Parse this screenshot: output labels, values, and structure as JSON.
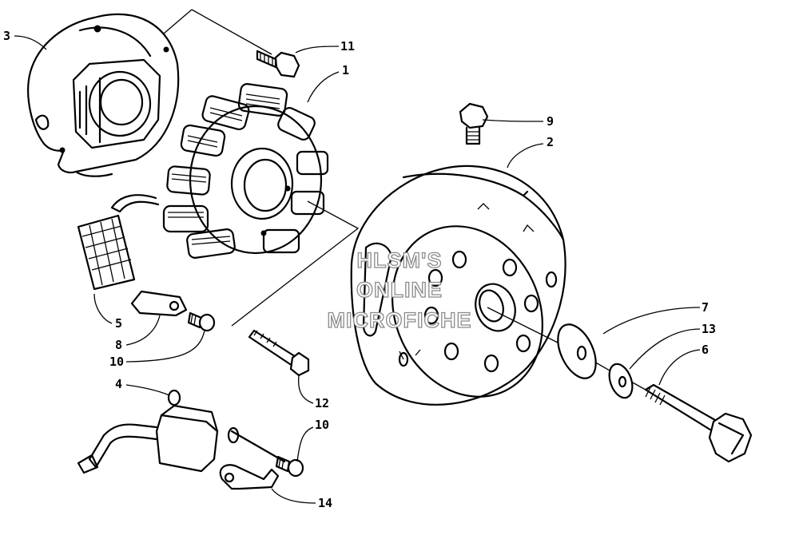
{
  "watermark": {
    "line1": "HLSM'S",
    "line2": "ONLINE",
    "line3": "MICROFICHE"
  },
  "callouts": {
    "c3": "3",
    "c11": "11",
    "c1": "1",
    "c9": "9",
    "c2": "2",
    "c5": "5",
    "c8": "8",
    "c10a": "10",
    "c7": "7",
    "c13": "13",
    "c6": "6",
    "c4": "4",
    "c12": "12",
    "c10b": "10",
    "c14": "14"
  },
  "colors": {
    "ink": "#000000",
    "background": "#ffffff",
    "watermark_outline": "#8a8a8a"
  }
}
